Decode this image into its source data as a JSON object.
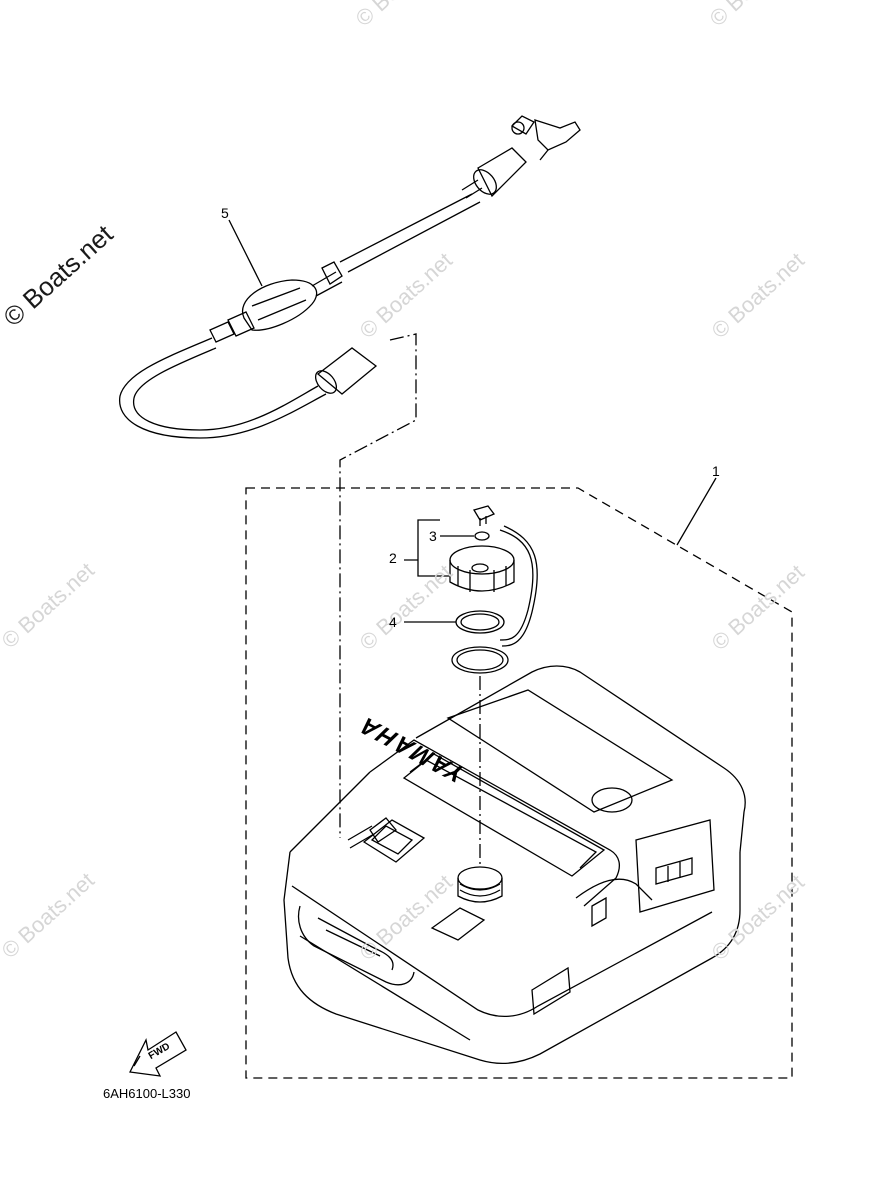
{
  "watermark": "© Boats.net",
  "callouts": {
    "c1": "1",
    "c2": "2",
    "c3": "3",
    "c4": "4",
    "c5": "5"
  },
  "tank_brand": "YAMAHA",
  "fwd_label": "FWD",
  "diagram_code": "6AH6100-L330"
}
